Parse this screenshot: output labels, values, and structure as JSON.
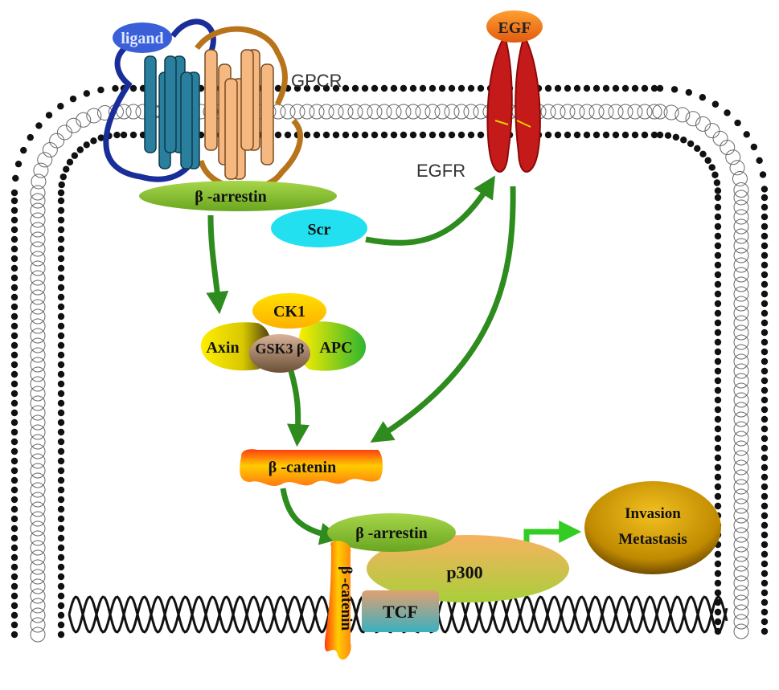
{
  "labels": {
    "ligand": "ligand",
    "gpcr": "GPCR",
    "egf": "EGF",
    "egfr": "EGFR",
    "b_arrestin_top": "β -arrestin",
    "scr": "Scr",
    "ck1": "CK1",
    "axin": "Axin",
    "gsk3b": "GSK3 β",
    "apc": "APC",
    "b_catenin": "β -catenin",
    "b_arrestin_nuclear": "β -arrestin",
    "p300": "p300",
    "b_catenin_vertical": "β -catenin",
    "tcf": "TCF",
    "outcome_line1": "Invasion",
    "outcome_line2": "Metastasis"
  },
  "colors": {
    "arrow_green": "#2e8b1e",
    "arrow_bright_green": "#33cc22",
    "membrane": "#2a2a2a",
    "b_arrestin_fill": "#8dc63f",
    "scr_fill": "#22e0f0",
    "egfr_fill": "#c41a1a",
    "egf_fill": "#f07a10",
    "ligand_fill": "#3a5fd8",
    "gpcr_blue": "#1a2e9a",
    "gpcr_teal": "#2a7f9e",
    "gpcr_orange": "#b8741a",
    "gpcr_peach": "#f5b880",
    "outcome_fill": "#d9a000",
    "tcf_fill": "#d9a070"
  }
}
